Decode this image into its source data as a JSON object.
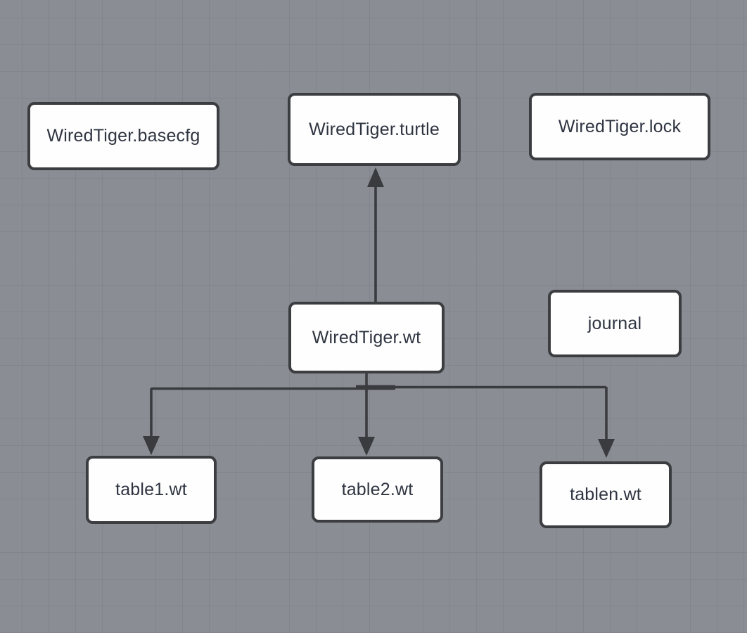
{
  "diagram": {
    "nodes": [
      {
        "id": "basecfg",
        "label": "WiredTiger.basecfg"
      },
      {
        "id": "turtle",
        "label": "WiredTiger.turtle"
      },
      {
        "id": "lock",
        "label": "WiredTiger.lock"
      },
      {
        "id": "wt",
        "label": "WiredTiger.wt"
      },
      {
        "id": "journal",
        "label": "journal"
      },
      {
        "id": "table1",
        "label": "table1.wt"
      },
      {
        "id": "table2",
        "label": "table2.wt"
      },
      {
        "id": "tablen",
        "label": "tablen.wt"
      }
    ],
    "edges": [
      {
        "from": "WiredTiger.wt",
        "to": "WiredTiger.turtle",
        "arrow": "up"
      },
      {
        "from": "WiredTiger.wt",
        "to": "table1.wt",
        "arrow": "down"
      },
      {
        "from": "WiredTiger.wt",
        "to": "table2.wt",
        "arrow": "down"
      },
      {
        "from": "WiredTiger.wt",
        "to": "tablen.wt",
        "arrow": "down"
      }
    ],
    "colors": {
      "background": "#8a8d94",
      "grid_line": "#7e818a",
      "node_fill": "#fefefe",
      "node_border": "#3b3d41",
      "connector": "#393b3f",
      "text": "#2e3440"
    }
  }
}
